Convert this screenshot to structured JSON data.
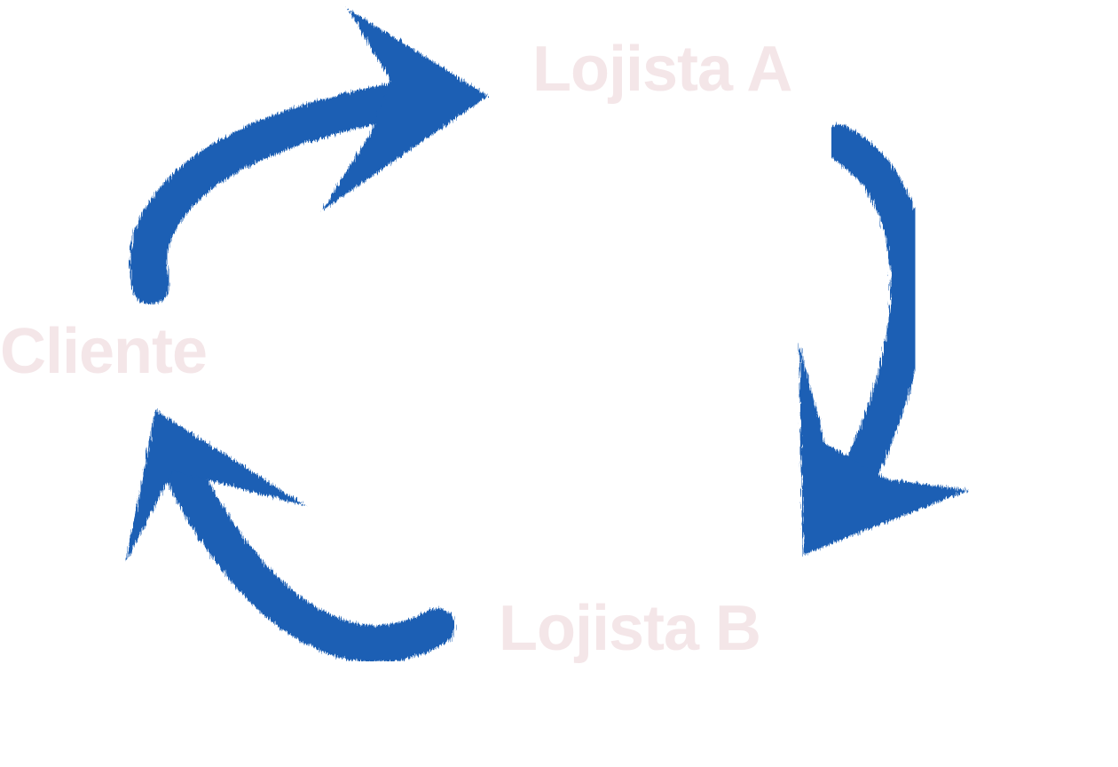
{
  "diagram": {
    "nodes": [
      {
        "id": "lojista_a",
        "label": "Lojista A"
      },
      {
        "id": "lojista_b",
        "label": "Lojista B"
      },
      {
        "id": "cliente",
        "label": "Cliente"
      }
    ],
    "edges": [
      {
        "from": "cliente",
        "to": "lojista_a",
        "style": "brush-arrow"
      },
      {
        "from": "lojista_a",
        "to": "lojista_b",
        "style": "brush-arrow"
      },
      {
        "from": "lojista_b",
        "to": "cliente",
        "style": "brush-arrow"
      }
    ],
    "colors": {
      "arrow": "#1b5fb4",
      "label": "#f4e6e8"
    }
  }
}
